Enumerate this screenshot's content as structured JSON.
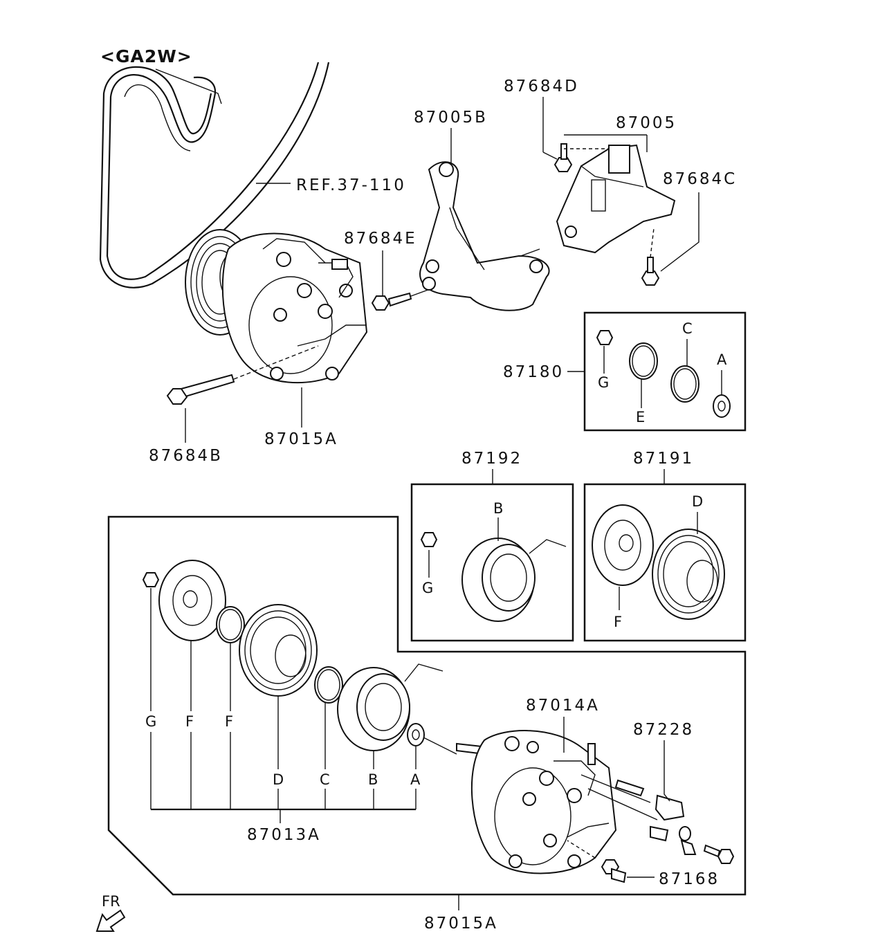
{
  "title": "<GA2W>",
  "direction_label": "FR",
  "labels": {
    "ref": "REF.37-110",
    "p87684D": "87684D",
    "p87005B": "87005B",
    "p87005": "87005",
    "p87684C": "87684C",
    "p87684E": "87684E",
    "p87180": "87180",
    "p87684B": "87684B",
    "p87015A_top": "87015A",
    "p87192": "87192",
    "p87191": "87191",
    "p87014A": "87014A",
    "p87228": "87228",
    "p87013A": "87013A",
    "p87168": "87168",
    "p87015A_bottom": "87015A"
  },
  "letters": {
    "k87180": {
      "G": "G",
      "E": "E",
      "C": "C",
      "A": "A"
    },
    "k87192": {
      "B": "B",
      "G": "G"
    },
    "k87191": {
      "D": "D",
      "F": "F"
    },
    "k87013A": {
      "G": "G",
      "F1": "F",
      "F2": "F",
      "D": "D",
      "C": "C",
      "B": "B",
      "A": "A"
    }
  }
}
